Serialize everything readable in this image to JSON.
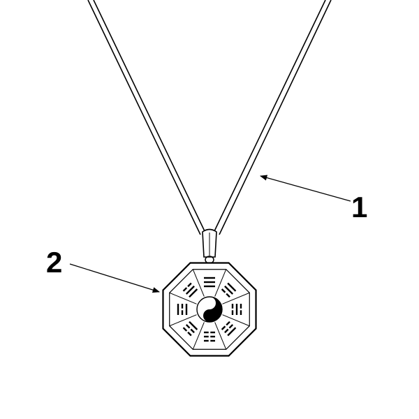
{
  "callouts": [
    {
      "label": "1",
      "target": "chain"
    },
    {
      "label": "2",
      "target": "pendant"
    }
  ],
  "colors": {
    "ink": "#000000",
    "paper": "#ffffff"
  },
  "pendant": {
    "shape": "octagon",
    "center_symbol": "yin-yang-icon",
    "trigrams": [
      "qian",
      "xun",
      "kan",
      "gen",
      "kun",
      "zhen",
      "li",
      "dui"
    ]
  }
}
